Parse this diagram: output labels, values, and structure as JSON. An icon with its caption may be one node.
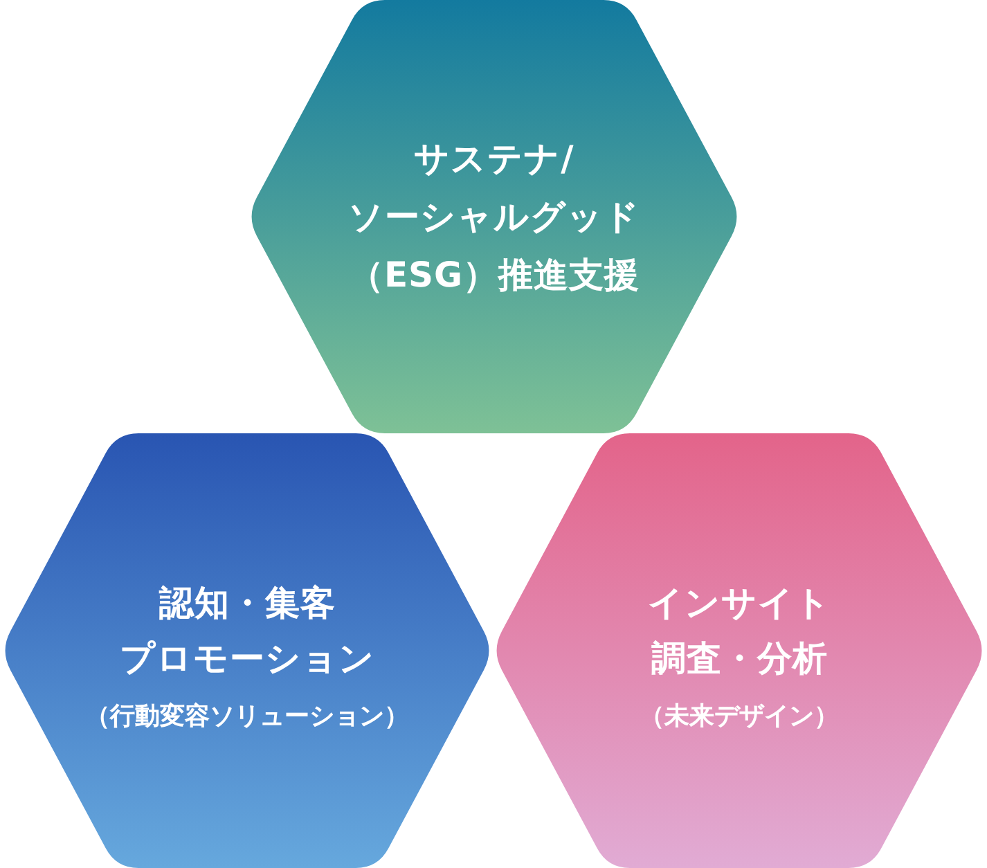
{
  "diagram": {
    "nodes": [
      {
        "text": [
          "サステナ/ソーシャルグッド（ESG）推進支援"
        ]
      },
      {
        "text": [
          "認知・集客プロモーション",
          "（行動変容ソリューション）"
        ]
      },
      {
        "text": [
          "インサイト調査・分析",
          "（未来デザイン）"
        ]
      }
    ]
  }
}
